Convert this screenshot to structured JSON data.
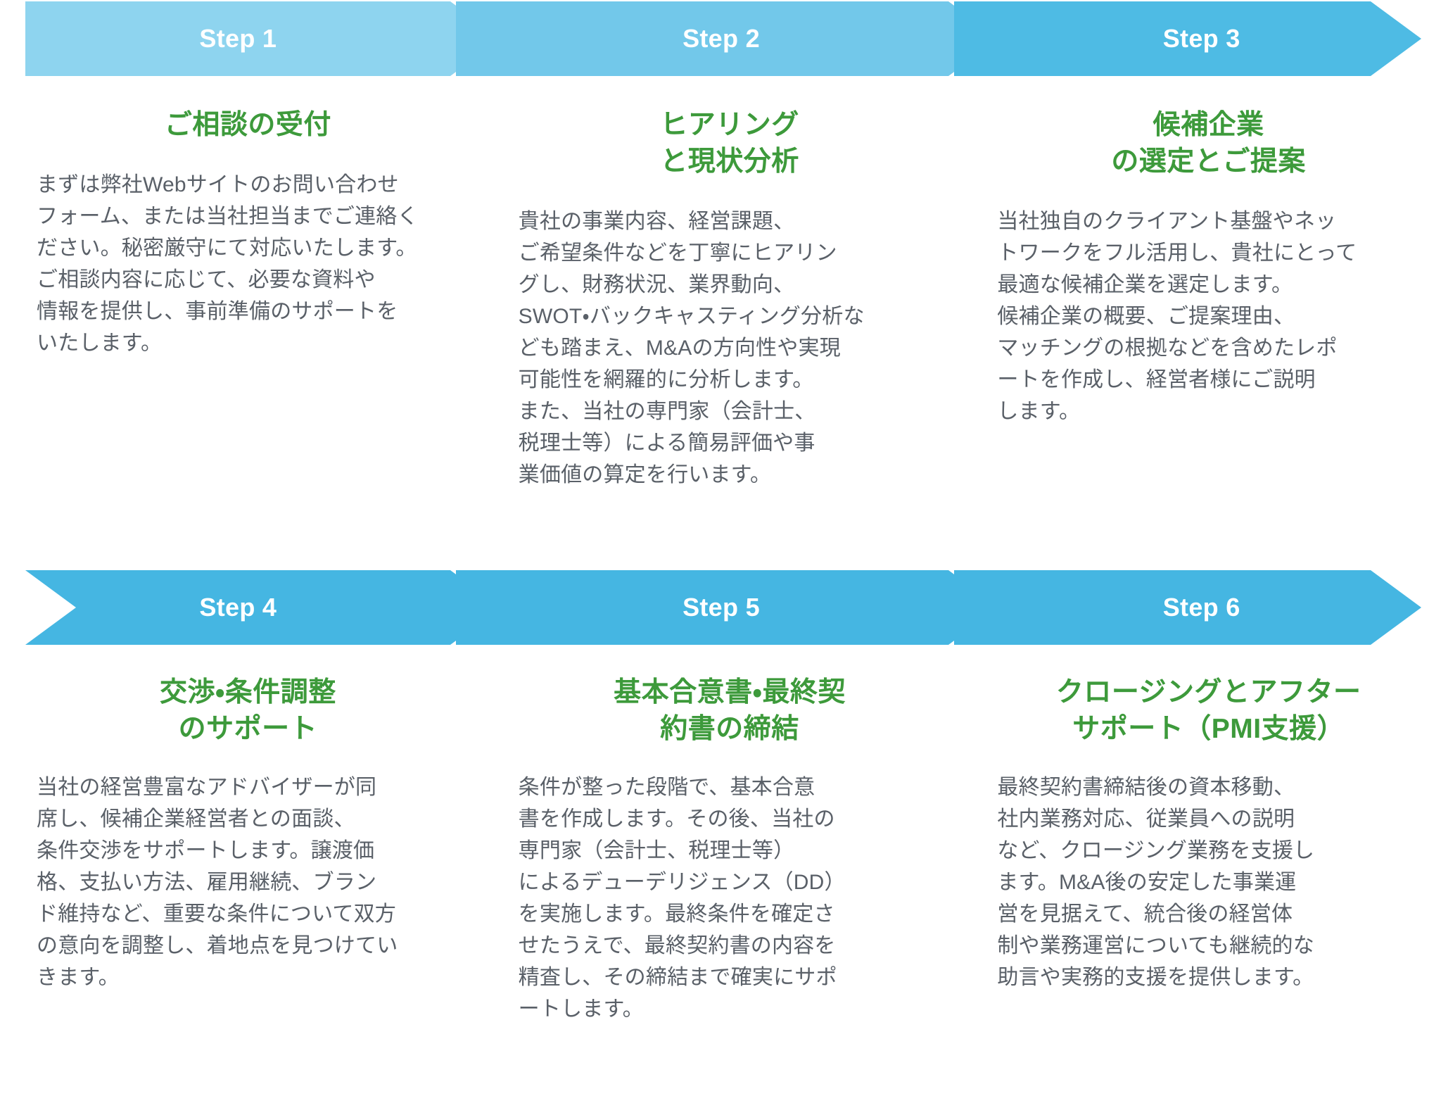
{
  "colors": {
    "banner_row1_light": "#8ed4ef",
    "banner_row1_mid": "#72c8ea",
    "banner_row1_dark": "#4ebbe4",
    "banner_row2": "#45b6e2",
    "heading_green": "#3d9a3b",
    "body_gray": "#5a6068",
    "page_background": "#ffffff",
    "gap_white": "#ffffff"
  },
  "rows": [
    {
      "row_id": "row-1",
      "steps": [
        {
          "badge": "Step 1",
          "heading": "ご相談の受付",
          "body": "まずは弊社Webサイトのお問い合わせ\nフォーム、または当社担当までご連絡く\nださい。秘密厳守にて対応いたします。\nご相談内容に応じて、必要な資料や\n情報を提供し、事前準備のサポートを\nいたします。"
        },
        {
          "badge": "Step 2",
          "heading": "ヒアリング\nと現状分析",
          "body": "貴社の事業内容、経営課題、\nご希望条件などを丁寧にヒアリン\nグし、財務状況、業界動向、\nSWOT・バックキャスティング分析な\nども踏まえ、M&Aの方向性や実現\n可能性を網羅的に分析します。\nまた、当社の専門家（会計士、\n税理士等）による簡易評価や事\n業価値の算定を行います。"
        },
        {
          "badge": "Step 3",
          "heading": "候補企業\nの選定とご提案",
          "body": "当社独自のクライアント基盤やネッ\nトワークをフル活用し、貴社にとって\n最適な候補企業を選定します。\n候補企業の概要、ご提案理由、\nマッチングの根拠などを含めたレポ\nートを作成し、経営者様にご説明\nします。"
        }
      ]
    },
    {
      "row_id": "row-2",
      "steps": [
        {
          "badge": "Step 4",
          "heading": "交渉・条件調整\nのサポート",
          "body": "当社の経営豊富なアドバイザーが同\n席し、候補企業経営者との面談、\n条件交渉をサポートします。譲渡価\n格、支払い方法、雇用継続、ブラン\nド維持など、重要な条件について双方\nの意向を調整し、着地点を見つけてい\nきます。"
        },
        {
          "badge": "Step 5",
          "heading": "基本合意書・最終契\n約書の締結",
          "body": "条件が整った段階で、基本合意\n書を作成します。その後、当社の\n専門家（会計士、税理士等）\nによるデューデリジェンス（DD）\nを実施します。最終条件を確定さ\nせたうえで、最終契約書の内容を\n精査し、その締結まで確実にサポ\nートします。"
        },
        {
          "badge": "Step 6",
          "heading": "クロージングとアフター\nサポート（PMI支援）",
          "body": "最終契約書締結後の資本移動、\n社内業務対応、従業員への説明\nなど、クロージング業務を支援し\nます。M&A後の安定した事業運\n営を見据えて、統合後の経営体\n制や業務運営についても継続的な\n助言や実務的支援を提供します。"
        }
      ]
    }
  ]
}
